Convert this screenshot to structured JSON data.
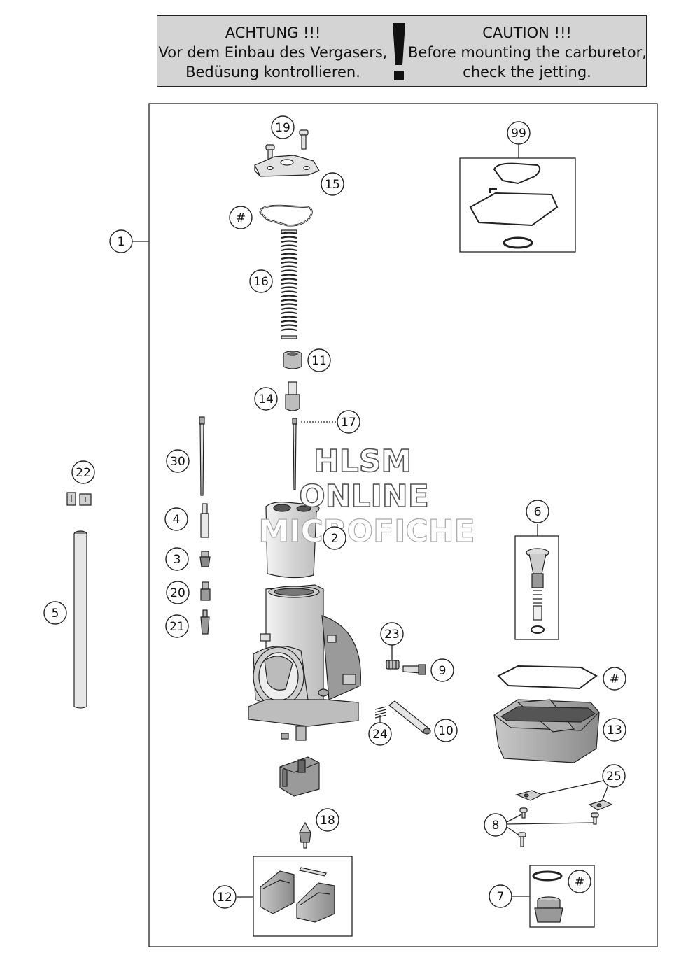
{
  "warning": {
    "left_lines": [
      "ACHTUNG !!!",
      "Vor dem Einbau des Vergasers,",
      "Bedüsung kontrollieren."
    ],
    "right_lines": [
      "CAUTION !!!",
      "Before mounting the carburetor,",
      "check the jetting."
    ]
  },
  "watermark": {
    "line1": "HLSM",
    "line2": "ONLINE",
    "line3": "MICROFICHE"
  },
  "callouts": {
    "c1": "1",
    "c2": "2",
    "c3": "3",
    "c4": "4",
    "c5": "5",
    "c6": "6",
    "c7": "7",
    "c8": "8",
    "c9": "9",
    "c10": "10",
    "c11": "11",
    "c12": "12",
    "c13": "13",
    "c14": "14",
    "c15": "15",
    "c16": "16",
    "c17": "17",
    "c18": "18",
    "c19": "19",
    "c20": "20",
    "c21": "21",
    "c22": "22",
    "c23": "23",
    "c24": "24",
    "c25": "25",
    "c30": "30",
    "c99": "99",
    "hash": "#"
  },
  "colors": {
    "warning_bg": "#d4d4d4",
    "line": "#222222",
    "part_fill": "#e6e6e6",
    "part_dark": "#9a9a9a"
  }
}
